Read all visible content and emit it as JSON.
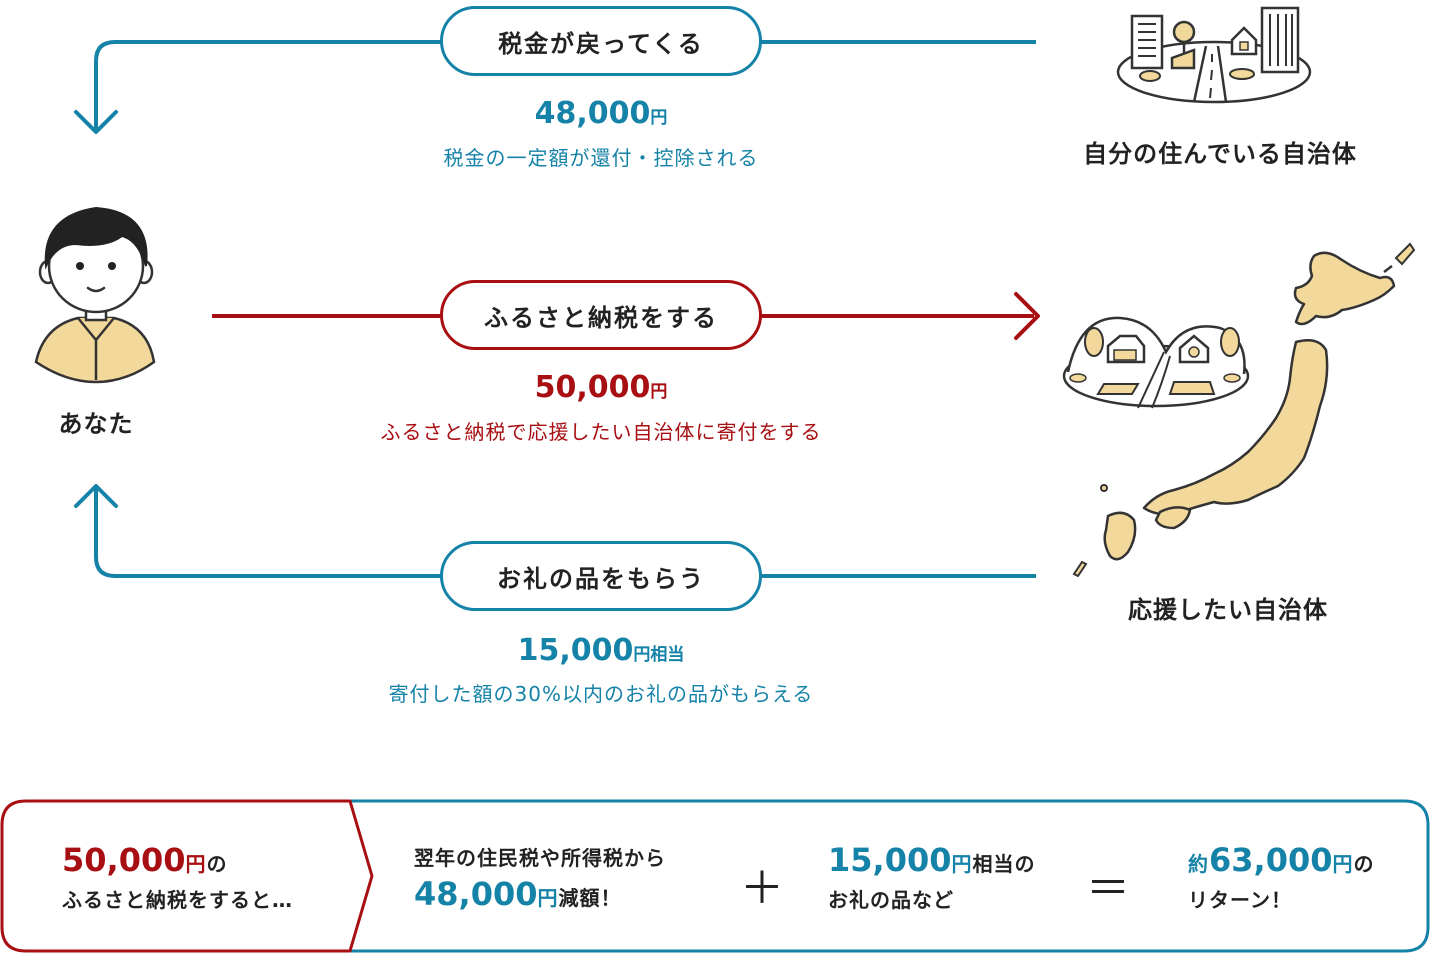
{
  "flows": {
    "top": {
      "pill": "税金が戻ってくる",
      "amount_value": "48,000",
      "amount_unit": "円",
      "description": "税金の一定額が還付・控除される"
    },
    "middle": {
      "pill": "ふるさと納税をする",
      "amount_value": "50,000",
      "amount_unit": "円",
      "description": "ふるさと納税で応援したい自治体に寄付をする"
    },
    "bottom": {
      "pill": "お礼の品をもらう",
      "amount_value": "15,000",
      "amount_unit": "円相当",
      "description": "寄付した額の30%以内のお礼の品がもらえる"
    }
  },
  "actors": {
    "you": "あなた",
    "home_municipality": "自分の住んでいる自治体",
    "support_municipality": "応援したい自治体"
  },
  "summary": {
    "part1_value": "50,000",
    "part1_unit": "円の",
    "part1_line2": "ふるさと納税をすると…",
    "part2_line1": "翌年の住民税や所得税から",
    "part2_value": "48,000",
    "part2_unit": "円減額！",
    "plus": "＋",
    "part3_value": "15,000",
    "part3_unit": "円相当の",
    "part3_line2": "お礼の品など",
    "equals": "＝",
    "part4_prefix": "約",
    "part4_value": "63,000",
    "part4_unit": "円の",
    "part4_line2": "リターン！"
  },
  "colors": {
    "blue": "#1582a8",
    "red": "#a80f12",
    "illustration_fill": "#f2d89a",
    "outline": "#333333"
  }
}
